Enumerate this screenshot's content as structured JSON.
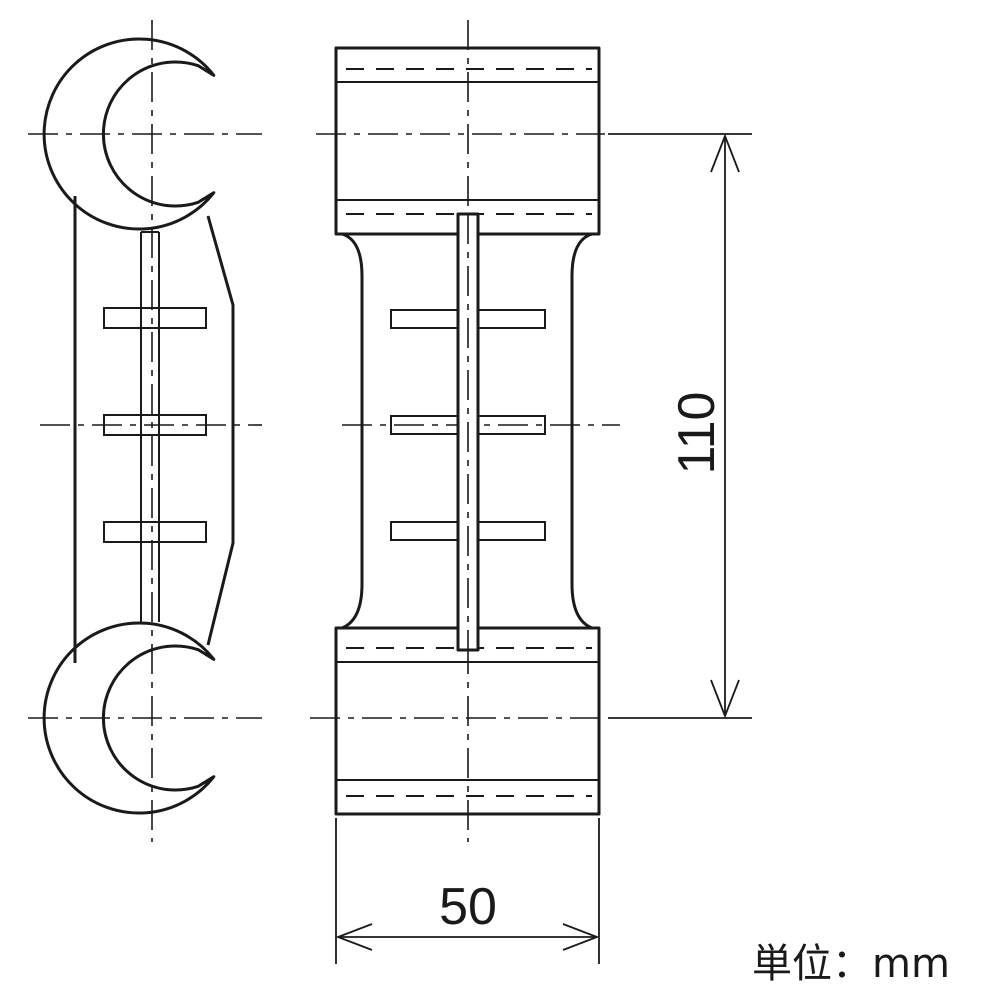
{
  "dimensions": {
    "height": "110",
    "width": "50"
  },
  "unit_label": "単位：mm"
}
